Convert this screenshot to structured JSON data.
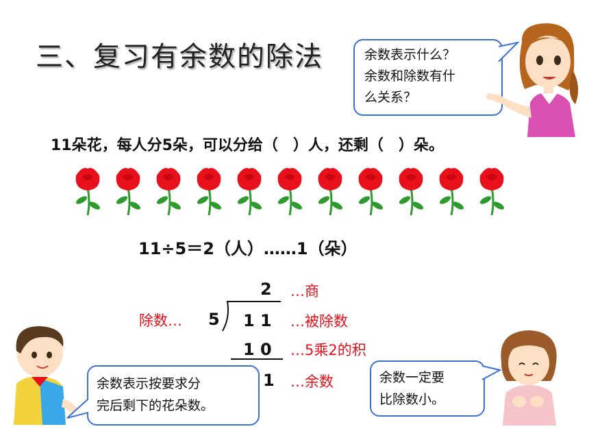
{
  "title": "三、复习有余数的除法",
  "teacher_bubble": {
    "lines": [
      "余数表示什么？",
      "余数和除数有什",
      "么关系？"
    ]
  },
  "problem": "11朵花，每人分5朵，可以分给（　）人，还剩（　）朵。",
  "flowers": {
    "count": 11,
    "petal_color": "#e8101a",
    "stem_color": "#2e9a2e"
  },
  "equation": "11÷5＝2（人）……1（朵）",
  "division": {
    "quotient": "2",
    "divisor": "5",
    "dividend": "1 1",
    "product": "1 0",
    "remainder": "1",
    "labels": {
      "quotient": "…商",
      "divisor": "除数…",
      "dividend": "…被除数",
      "product": "…5乘2的积",
      "remainder": "…余数"
    }
  },
  "boy_bubble": {
    "lines": [
      "余数表示按要求分",
      "完后剩下的花朵数。"
    ]
  },
  "girl_bubble": {
    "lines": [
      "余数一定要",
      "比除数小。"
    ]
  },
  "colors": {
    "accent_red": "#e8101a",
    "bubble_border": "#3b6fd6"
  }
}
